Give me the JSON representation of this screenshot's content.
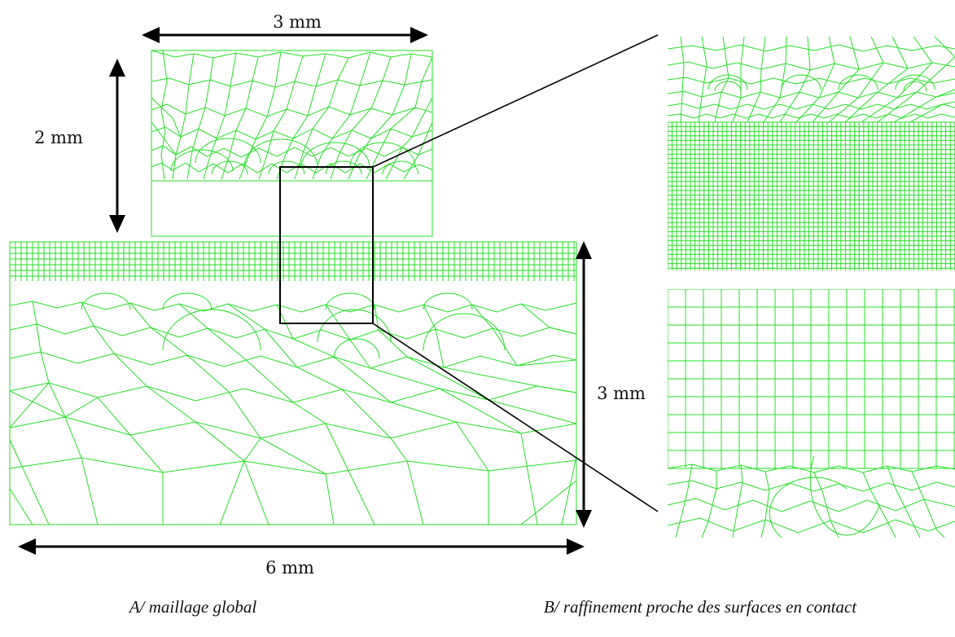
{
  "figure": {
    "labels": {
      "top_width": "3 mm",
      "top_height": "2 mm",
      "bottom_height": "3 mm",
      "bottom_width": "6 mm"
    },
    "captions": {
      "left": "A/ maillage global",
      "right": "B/ raffinement proche des surfaces en contact"
    },
    "colors": {
      "mesh": "#22e022",
      "arrows": "#000000",
      "background": "#ffffff"
    }
  }
}
